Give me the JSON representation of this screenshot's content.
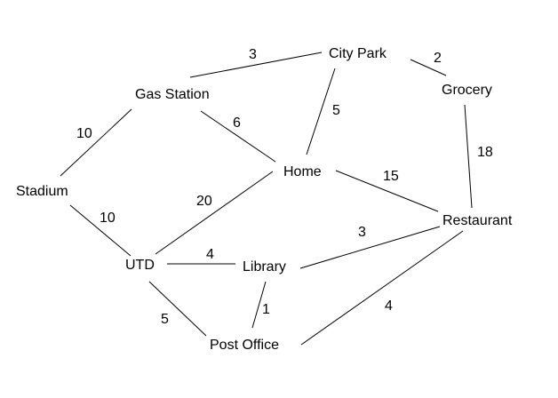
{
  "graph": {
    "nodes": [
      {
        "id": "city-park",
        "label": "City Park"
      },
      {
        "id": "grocery",
        "label": "Grocery"
      },
      {
        "id": "gas-station",
        "label": "Gas Station"
      },
      {
        "id": "home",
        "label": "Home"
      },
      {
        "id": "stadium",
        "label": "Stadium"
      },
      {
        "id": "restaurant",
        "label": "Restaurant"
      },
      {
        "id": "utd",
        "label": "UTD"
      },
      {
        "id": "library",
        "label": "Library"
      },
      {
        "id": "post-office",
        "label": "Post Office"
      }
    ],
    "edges": [
      {
        "from": "gas-station",
        "to": "city-park",
        "weight": "3"
      },
      {
        "from": "city-park",
        "to": "grocery",
        "weight": "2"
      },
      {
        "from": "city-park",
        "to": "home",
        "weight": "5"
      },
      {
        "from": "gas-station",
        "to": "home",
        "weight": "6"
      },
      {
        "from": "gas-station",
        "to": "stadium",
        "weight": "10"
      },
      {
        "from": "grocery",
        "to": "restaurant",
        "weight": "18"
      },
      {
        "from": "home",
        "to": "restaurant",
        "weight": "15"
      },
      {
        "from": "stadium",
        "to": "utd",
        "weight": "10"
      },
      {
        "from": "home",
        "to": "utd",
        "weight": "20"
      },
      {
        "from": "utd",
        "to": "library",
        "weight": "4"
      },
      {
        "from": "library",
        "to": "restaurant",
        "weight": "3"
      },
      {
        "from": "library",
        "to": "post-office",
        "weight": "1"
      },
      {
        "from": "utd",
        "to": "post-office",
        "weight": "5"
      },
      {
        "from": "restaurant",
        "to": "post-office",
        "weight": "4"
      }
    ]
  }
}
